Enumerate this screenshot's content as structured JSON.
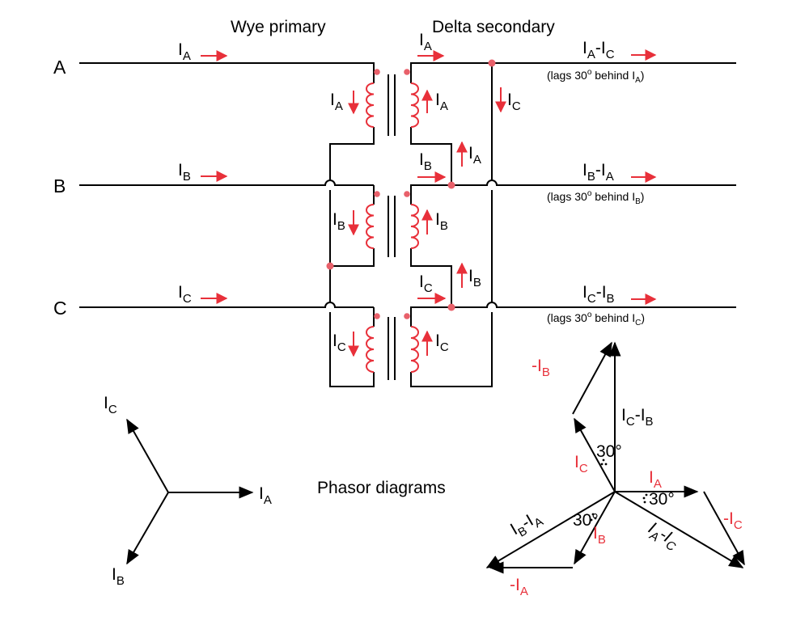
{
  "headings": {
    "primary": "Wye primary",
    "secondary": "Delta secondary",
    "phasor": "Phasor diagrams"
  },
  "lines": [
    "A",
    "B",
    "C"
  ],
  "colors": {
    "current": "#e8303a",
    "wire": "#000000"
  },
  "line_currents": [
    {
      "main": "I",
      "sub": "A"
    },
    {
      "main": "I",
      "sub": "B"
    },
    {
      "main": "I",
      "sub": "C"
    }
  ],
  "outputs": [
    {
      "m1": "I",
      "s1": "A",
      "op": "-",
      "m2": "I",
      "s2": "C",
      "note_pre": "(lags 30",
      "deg": "o",
      "note_mid": " behind I",
      "note_sub": "A",
      "note_post": ")"
    },
    {
      "m1": "I",
      "s1": "B",
      "op": "-",
      "m2": "I",
      "s2": "A",
      "note_pre": "(lags 30",
      "deg": "o",
      "note_mid": " behind I",
      "note_sub": "B",
      "note_post": ")"
    },
    {
      "m1": "I",
      "s1": "C",
      "op": "-",
      "m2": "I",
      "s2": "B",
      "note_pre": "(lags 30",
      "deg": "o",
      "note_mid": " behind I",
      "note_sub": "C",
      "note_post": ")"
    }
  ],
  "primary_coils": [
    {
      "main": "I",
      "sub": "A"
    },
    {
      "main": "I",
      "sub": "B"
    },
    {
      "main": "I",
      "sub": "C"
    }
  ],
  "secondary_coils": [
    {
      "main": "I",
      "sub": "A"
    },
    {
      "main": "I",
      "sub": "B"
    },
    {
      "main": "I",
      "sub": "C"
    }
  ],
  "delta_currents": {
    "top_out": {
      "main": "I",
      "sub": "A"
    },
    "vertical_c": {
      "main": "I",
      "sub": "C"
    },
    "link1_up": {
      "main": "I",
      "sub": "A"
    },
    "link1_in": {
      "main": "I",
      "sub": "B"
    },
    "link2_up": {
      "main": "I",
      "sub": "B"
    },
    "link2_in": {
      "main": "I",
      "sub": "C"
    }
  },
  "phasor_left": {
    "a": {
      "main": "I",
      "sub": "A"
    },
    "b": {
      "main": "I",
      "sub": "B"
    },
    "c": {
      "main": "I",
      "sub": "C"
    }
  },
  "phasor_right": {
    "ia": {
      "main": "I",
      "sub": "A"
    },
    "ib": {
      "main": "I",
      "sub": "B"
    },
    "ic": {
      "main": "I",
      "sub": "C"
    },
    "neg_ia": {
      "main": "-I",
      "sub": "A"
    },
    "neg_ib": {
      "main": "-I",
      "sub": "B"
    },
    "neg_ic": {
      "main": "-I",
      "sub": "C"
    },
    "res_a": {
      "m1": "I",
      "s1": "A",
      "op": "-",
      "m2": "I",
      "s2": "C"
    },
    "res_b": {
      "m1": "I",
      "s1": "B",
      "op": "-",
      "m2": "I",
      "s2": "A"
    },
    "res_c": {
      "m1": "I",
      "s1": "C",
      "op": "-",
      "m2": "I",
      "s2": "B"
    },
    "angle": "30°"
  }
}
